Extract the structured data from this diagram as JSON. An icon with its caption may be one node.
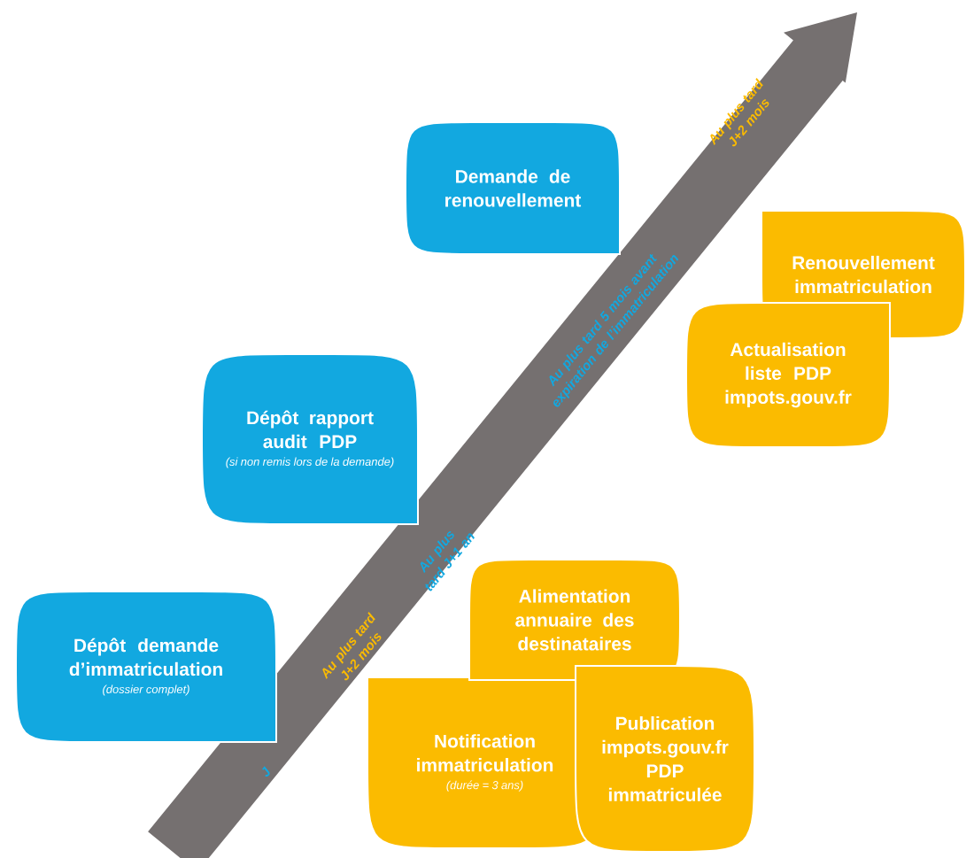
{
  "diagram": {
    "nodes": [
      {
        "text": [
          "Dépôt demande d’immatriculation",
          "(dossier complet)"
        ]
      },
      {
        "text": [
          "Dépôt rapport audit PDP",
          "(si non remis lors de la demande)"
        ]
      },
      {
        "text": [
          "Demande de renouvellement"
        ]
      },
      {
        "text": [
          "Notification immatriculation",
          "(durée = 3 ans)"
        ]
      },
      {
        "text": [
          "Alimentation annuaire des destinataires"
        ]
      },
      {
        "text": [
          "Publication impots.gouv.fr PDP immatriculée"
        ]
      },
      {
        "text": [
          "Renouvellement immatriculation"
        ]
      },
      {
        "text": [
          "Actualisation liste PDP impots.gouv.fr"
        ]
      }
    ],
    "labels": [
      "J",
      "Au plus tard J+2 mois",
      "Au plus tard J+1 an",
      "Au plus tard 5 mois avant expiration de l’immatriculation",
      "Au plus tard J+2 mois"
    ]
  }
}
